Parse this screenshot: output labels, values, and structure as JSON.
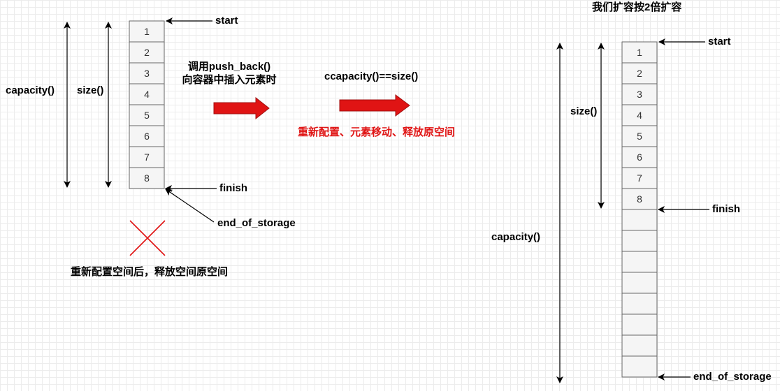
{
  "left_vector": {
    "cells": [
      "1",
      "2",
      "3",
      "4",
      "5",
      "6",
      "7",
      "8"
    ],
    "capacity_label": "capacity()",
    "size_label": "size()",
    "start_label": "start",
    "finish_label": "finish",
    "end_label": "end_of_storage",
    "discard_note": "重新配置空间后，释放空间原空间"
  },
  "middle": {
    "call_line1": "调用push_back()",
    "call_line2": "向容器中插入元素时",
    "condition": "ccapacity()==size()",
    "action": "重新配置、元素移动、释放原空间"
  },
  "right_vector": {
    "title": "我们扩容按2倍扩容",
    "cells": [
      "1",
      "2",
      "3",
      "4",
      "5",
      "6",
      "7",
      "8",
      "",
      "",
      "",
      "",
      "",
      "",
      "",
      ""
    ],
    "capacity_label": "capacity()",
    "size_label": "size()",
    "start_label": "start",
    "finish_label": "finish",
    "end_label": "end_of_storage"
  },
  "colors": {
    "accent_red": "#e01414",
    "cell_fill": "#f5f5f5",
    "cell_border": "#666666"
  }
}
